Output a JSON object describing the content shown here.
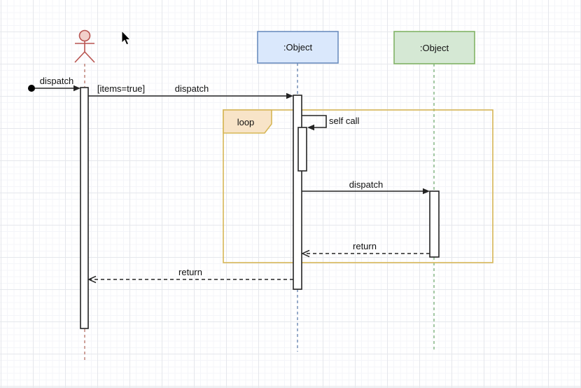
{
  "canvas": {
    "background": "#ffffff",
    "grid_major_color": "#e5e7ec",
    "grid_minor_color": "#f4f5f9"
  },
  "actor": {
    "stroke": "#b85450",
    "head_fill": "#f2cfca",
    "lifeline_color": "#c28a80"
  },
  "objects": [
    {
      "label": ":Object",
      "fill": "#dae8fc",
      "stroke": "#6c8ebf",
      "lifeline_color": "#7e97bc"
    },
    {
      "label": ":Object",
      "fill": "#d5e8d4",
      "stroke": "#82b366",
      "lifeline_color": "#8cba8c"
    }
  ],
  "loop_fragment": {
    "label": "loop",
    "stroke": "#d6b656",
    "label_fill": "#f8e4c8"
  },
  "messages": {
    "start": "dispatch",
    "guard": "[items=true]",
    "dispatch_to_object1": "dispatch",
    "self_call": "self call",
    "dispatch_to_object2": "dispatch",
    "return_to_object1": "return",
    "return_to_actor": "return"
  }
}
